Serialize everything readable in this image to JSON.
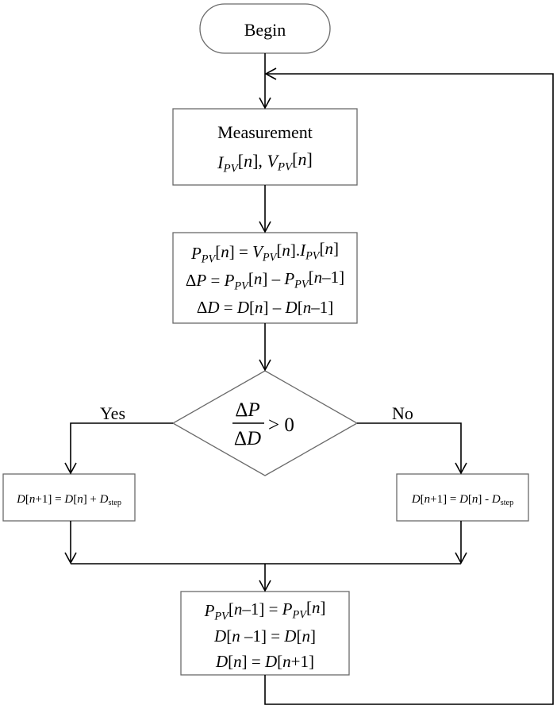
{
  "nodes": {
    "begin": {
      "label": "Begin"
    },
    "measurement": {
      "title": "Measurement",
      "line2": [
        {
          "t": "I",
          "i": true
        },
        {
          "t": "PV",
          "i": true,
          "sub": true
        },
        {
          "t": "["
        },
        {
          "t": "n",
          "i": true
        },
        {
          "t": "], "
        },
        {
          "t": "V",
          "i": true
        },
        {
          "t": "PV",
          "i": true,
          "sub": true
        },
        {
          "t": "["
        },
        {
          "t": "n",
          "i": true
        },
        {
          "t": "]"
        }
      ]
    },
    "compute": {
      "lines": [
        [
          {
            "t": "P",
            "i": true
          },
          {
            "t": "PV",
            "i": true,
            "sub": true
          },
          {
            "t": "["
          },
          {
            "t": "n",
            "i": true
          },
          {
            "t": "] = "
          },
          {
            "t": "V",
            "i": true
          },
          {
            "t": "PV",
            "i": true,
            "sub": true
          },
          {
            "t": "["
          },
          {
            "t": "n",
            "i": true
          },
          {
            "t": "]."
          },
          {
            "t": "I",
            "i": true
          },
          {
            "t": "PV",
            "i": true,
            "sub": true
          },
          {
            "t": "["
          },
          {
            "t": "n",
            "i": true
          },
          {
            "t": "]"
          }
        ],
        [
          {
            "t": "Δ"
          },
          {
            "t": "P",
            "i": true
          },
          {
            "t": " = "
          },
          {
            "t": "P",
            "i": true
          },
          {
            "t": "PV",
            "i": true,
            "sub": true
          },
          {
            "t": "["
          },
          {
            "t": "n",
            "i": true
          },
          {
            "t": "] – "
          },
          {
            "t": "P",
            "i": true
          },
          {
            "t": "PV",
            "i": true,
            "sub": true
          },
          {
            "t": "["
          },
          {
            "t": "n",
            "i": true
          },
          {
            "t": "–1]"
          }
        ],
        [
          {
            "t": "Δ"
          },
          {
            "t": "D",
            "i": true
          },
          {
            "t": " = "
          },
          {
            "t": "D",
            "i": true
          },
          {
            "t": "["
          },
          {
            "t": "n",
            "i": true
          },
          {
            "t": "] – "
          },
          {
            "t": "D",
            "i": true
          },
          {
            "t": "["
          },
          {
            "t": "n",
            "i": true
          },
          {
            "t": "–1]"
          }
        ]
      ]
    },
    "decision": {
      "numerator": [
        {
          "t": "Δ"
        },
        {
          "t": "P",
          "i": true
        }
      ],
      "denominator": [
        {
          "t": "Δ"
        },
        {
          "t": "D",
          "i": true
        }
      ],
      "comparison": "> 0",
      "yes_label": "Yes",
      "no_label": "No"
    },
    "increase": {
      "line": [
        {
          "t": "D",
          "i": true
        },
        {
          "t": "["
        },
        {
          "t": "n",
          "i": true
        },
        {
          "t": "+1] = "
        },
        {
          "t": "D",
          "i": true
        },
        {
          "t": "["
        },
        {
          "t": "n",
          "i": true
        },
        {
          "t": "] + "
        },
        {
          "t": "D",
          "i": true
        },
        {
          "t": "step",
          "sub": true
        }
      ]
    },
    "decrease": {
      "line": [
        {
          "t": "D",
          "i": true
        },
        {
          "t": "["
        },
        {
          "t": "n",
          "i": true
        },
        {
          "t": "+1] = "
        },
        {
          "t": "D",
          "i": true
        },
        {
          "t": "["
        },
        {
          "t": "n",
          "i": true
        },
        {
          "t": "] - "
        },
        {
          "t": "D",
          "i": true
        },
        {
          "t": "step",
          "sub": true
        }
      ]
    },
    "update": {
      "lines": [
        [
          {
            "t": "P",
            "i": true
          },
          {
            "t": "PV",
            "i": true,
            "sub": true
          },
          {
            "t": "["
          },
          {
            "t": "n",
            "i": true
          },
          {
            "t": "–1] = "
          },
          {
            "t": "P",
            "i": true
          },
          {
            "t": "PV",
            "i": true,
            "sub": true
          },
          {
            "t": "["
          },
          {
            "t": "n",
            "i": true
          },
          {
            "t": "]"
          }
        ],
        [
          {
            "t": "D",
            "i": true
          },
          {
            "t": "["
          },
          {
            "t": "n",
            "i": true
          },
          {
            "t": " –1] = "
          },
          {
            "t": "D",
            "i": true
          },
          {
            "t": "["
          },
          {
            "t": "n",
            "i": true
          },
          {
            "t": "]"
          }
        ],
        [
          {
            "t": "D",
            "i": true
          },
          {
            "t": "["
          },
          {
            "t": "n",
            "i": true
          },
          {
            "t": "] = "
          },
          {
            "t": "D",
            "i": true
          },
          {
            "t": "["
          },
          {
            "t": "n",
            "i": true
          },
          {
            "t": "+1]"
          }
        ]
      ]
    }
  }
}
